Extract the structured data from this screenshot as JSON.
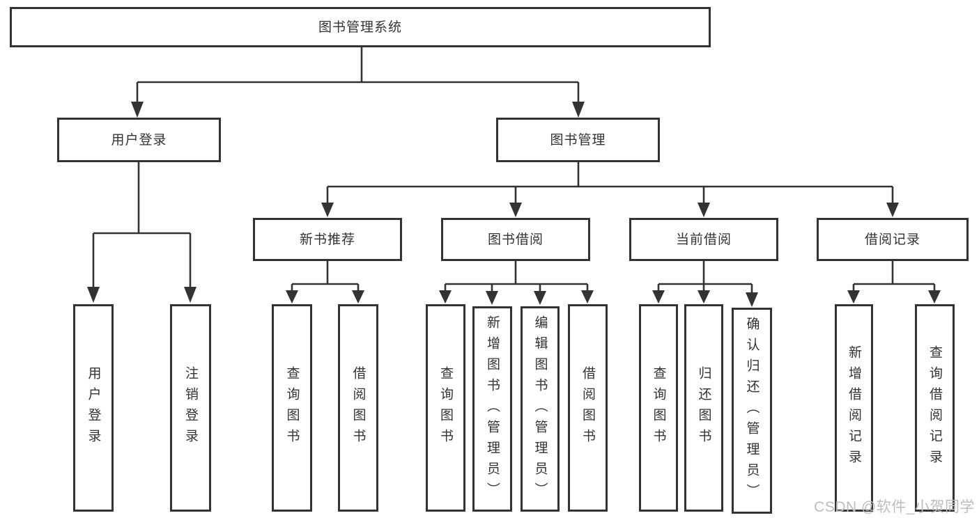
{
  "tree": {
    "root": "图书管理系统",
    "children": [
      {
        "label": "用户登录",
        "children": [
          "用户登录",
          "注销登录"
        ]
      },
      {
        "label": "图书管理",
        "children": [
          {
            "label": "新书推荐",
            "children": [
              "查询图书",
              "借阅图书"
            ]
          },
          {
            "label": "图书借阅",
            "children": [
              "查询图书",
              "新增图书（管理员）",
              "编辑图书（管理员）",
              "借阅图书"
            ]
          },
          {
            "label": "当前借阅",
            "children": [
              "查询图书",
              "归还图书",
              "确认归还（管理员）"
            ]
          },
          {
            "label": "借阅记录",
            "children": [
              "新增借阅记录",
              "查询借阅记录"
            ]
          }
        ]
      }
    ]
  },
  "watermark": "CSDN @软件_小贺同学",
  "colors": {
    "line": "#333333",
    "box_border": "#333333",
    "box_fill": "#ffffff",
    "text": "#333333",
    "watermark": "#bdbdbd",
    "bg": "#ffffff"
  }
}
